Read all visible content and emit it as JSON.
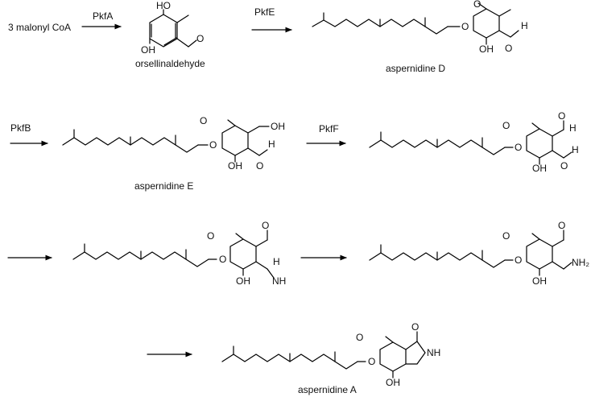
{
  "reactions": {
    "start_material": "3 malonyl CoA",
    "enzymes": {
      "pkfA": "PkfA",
      "pkfE": "PkfE",
      "pkfB": "PkfB",
      "pkfF": "PkfF"
    }
  },
  "compounds": {
    "orsellinaldehyde": "orsellinaldehyde",
    "aspernidine_d": "aspernidine D",
    "aspernidine_e": "aspernidine E",
    "aspernidine_a": "aspernidine A"
  },
  "atoms": {
    "ho": "HO",
    "oh": "OH",
    "o": "O",
    "h": "H",
    "nh": "NH",
    "nh2": "NH₂"
  }
}
